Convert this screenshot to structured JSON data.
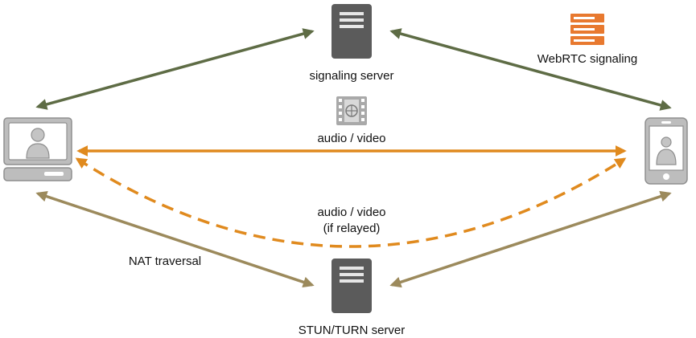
{
  "labels": {
    "signaling_server": "signaling server",
    "webrtc_signaling": "WebRTC signaling",
    "audio_video": "audio / video",
    "audio_video_relayed_line1": "audio / video",
    "audio_video_relayed_line2": "(if relayed)",
    "nat_traversal": "NAT traversal",
    "stun_turn_server": "STUN/TURN server"
  },
  "icons": {
    "signaling_server": "server-icon",
    "stun_turn_server": "server-icon",
    "webrtc_signaling": "server-stack-icon",
    "media": "film-strip-icon",
    "desktop_peer": "desktop-computer-icon",
    "mobile_peer": "mobile-phone-icon"
  },
  "colors": {
    "signaling_arrow": "#5e6c45",
    "media_arrow": "#e08a1e",
    "nat_arrow": "#9c8a5c",
    "server_fill": "#5b5b5b",
    "device_fill": "#bdbdbd",
    "device_stroke": "#8f8f8f",
    "webrtc_icon": "#e8792f"
  }
}
